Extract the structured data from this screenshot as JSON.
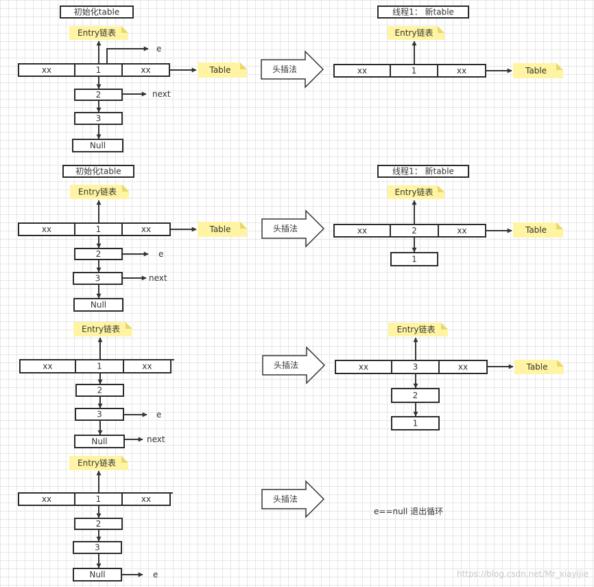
{
  "diagram": {
    "labels": {
      "init_table": "初始化table",
      "thread_new_table": "线程1：  新table",
      "entry_list": "Entry链表",
      "table": "Table",
      "head_insert": "头插法",
      "xx": "xx",
      "e": "e",
      "next": "next",
      "null": "Null",
      "n1": "1",
      "n2": "2",
      "n3": "3",
      "exit_loop": "e==null 退出循环"
    },
    "watermark": "https://blog.csdn.net/Mr_xiayijie",
    "colors": {
      "note_fill": "#fff4a3",
      "note_fold": "#e8d86a",
      "grid": "#e6e6e6",
      "stroke": "#2a2a2a"
    }
  }
}
